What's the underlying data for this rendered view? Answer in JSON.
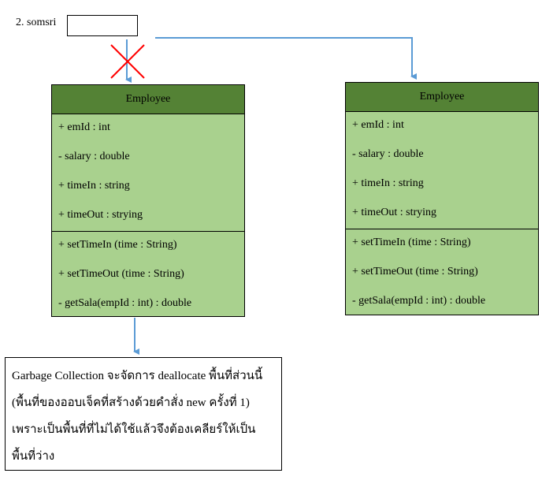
{
  "reference": {
    "label": "2. somsri"
  },
  "classes": [
    {
      "name": "Employee",
      "attributes": [
        "+ emId : int",
        "- salary : double",
        "+ timeIn : string",
        "+ timeOut : strying"
      ],
      "methods": [
        "+ setTimeIn (time : String)",
        "+ setTimeOut (time : String)",
        "- getSala(empId : int) : double"
      ]
    },
    {
      "name": "Employee",
      "attributes": [
        "+ emId : int",
        "- salary : double",
        "+ timeIn : string",
        "+ timeOut : strying"
      ],
      "methods": [
        "+ setTimeIn (time : String)",
        "+ setTimeOut (time : String)",
        "- getSala(empId : int) : double"
      ]
    }
  ],
  "note": {
    "lines": [
      "Garbage Collection จะจัดการ deallocate พื้นที่ส่วนนี้",
      "(พื้นที่ของออบเจ็คที่สร้างด้วยคำสั่ง new ครั้งที่ 1)",
      "เพราะเป็นพื้นที่ที่ไม่ได้ใช้แล้วจึงต้องเคลียร์ให้เป็น",
      "พื้นที่ว่าง"
    ]
  },
  "colors": {
    "class_header": "#548235",
    "class_body": "#a9d18e",
    "connector": "#5b9bd5",
    "broken_mark": "#ff0000"
  }
}
